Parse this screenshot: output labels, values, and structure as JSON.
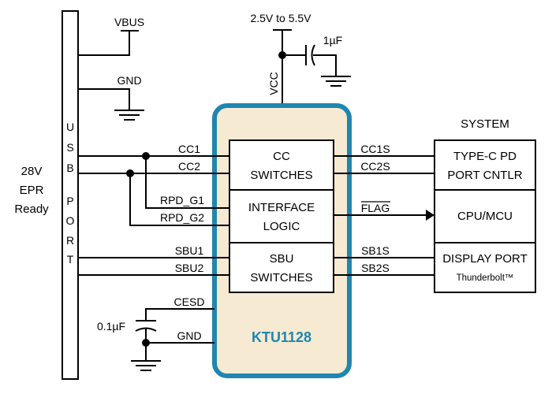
{
  "usb_port": {
    "letters": [
      "U",
      "S",
      "B",
      "P",
      "O",
      "R",
      "T"
    ],
    "side_label": [
      "28V",
      "EPR",
      "Ready"
    ]
  },
  "power": {
    "vbus": "VBUS",
    "gnd_top": "GND",
    "supply": "2.5V to 5.5V",
    "cap_top": "1µF",
    "vcc": "VCC"
  },
  "signals": {
    "cc1": "CC1",
    "cc2": "CC2",
    "rpd_g1": "RPD_G1",
    "rpd_g2": "RPD_G2",
    "sbu1": "SBU1",
    "sbu2": "SBU2",
    "cesd": "CESD",
    "gnd_bottom": "GND",
    "cap_bottom": "0.1µF",
    "cc1s": "CC1S",
    "cc2s": "CC2S",
    "flag": "FLAG",
    "sb1s": "SB1S",
    "sb2s": "SB2S"
  },
  "chip": {
    "name": "KTU1128",
    "blocks": {
      "cc": [
        "CC",
        "SWITCHES"
      ],
      "interface": [
        "INTERFACE",
        "LOGIC"
      ],
      "sbu": [
        "SBU",
        "SWITCHES"
      ]
    }
  },
  "system": {
    "title": "SYSTEM",
    "pd": [
      "TYPE-C PD",
      "PORT CNTLR"
    ],
    "cpu": "CPU/MCU",
    "dp": "DISPLAY PORT",
    "thunderbolt": "Thunderbolt™"
  },
  "colors": {
    "chip_fill": "#f6ead2",
    "chip_border": "#1f86b0",
    "chip_label": "#1f86b0"
  }
}
